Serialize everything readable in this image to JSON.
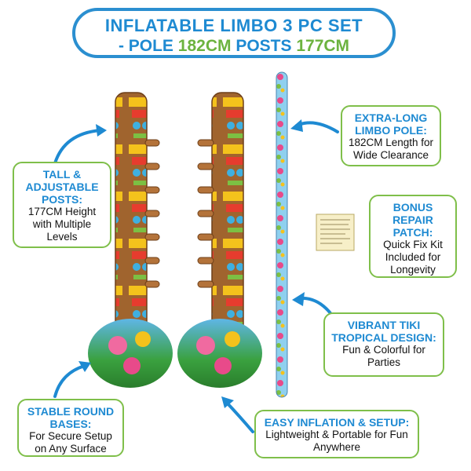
{
  "title": {
    "line1": "INFLATABLE LIMBO 3 PC SET",
    "line2_a": "- POLE ",
    "line2_b": "182CM",
    "line2_c": " POSTS ",
    "line2_d": "177CM"
  },
  "callouts": {
    "pole": {
      "heading": "EXTRA-LONG LIMBO POLE:",
      "body": "182CM Length for Wide Clearance"
    },
    "posts": {
      "heading": "TALL & ADJUSTABLE POSTS:",
      "body": "177CM Height with Multiple Levels"
    },
    "patch": {
      "heading": "BONUS REPAIR PATCH:",
      "body": "Quick Fix Kit Included for Longevity"
    },
    "design": {
      "heading": "VIBRANT TIKI TROPICAL DESIGN:",
      "body": "Fun & Colorful for Parties"
    },
    "bases": {
      "heading": "STABLE ROUND BASES:",
      "body": "For Secure Setup on Any Surface"
    },
    "inflation": {
      "heading": "EASY INFLATION & SETUP:",
      "body": "Lightweight & Portable for Fun Anywhere"
    }
  },
  "colors": {
    "accent_blue": "#1e8ad2",
    "accent_green": "#6cb33f",
    "border_green": "#7fbf4a"
  }
}
